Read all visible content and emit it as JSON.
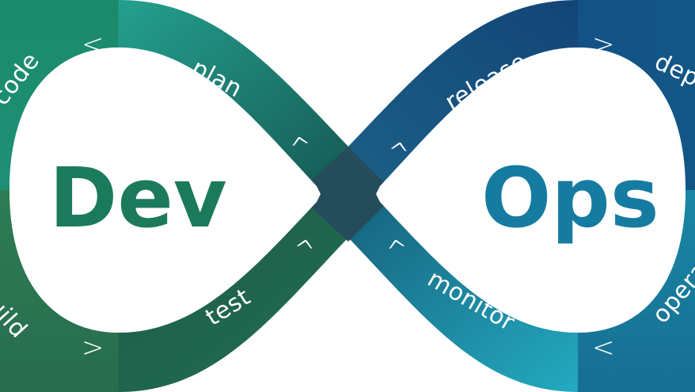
{
  "title_left": "Dev",
  "title_right": "Ops",
  "colors": {
    "dev_text": "#1c7a5c",
    "ops_text": "#167ba0",
    "code": "#1e8a6c",
    "plan": "#229a88",
    "build": "#2d7a56",
    "test": "#216a4e",
    "release": "#174f7e",
    "deploy": "#135383",
    "monitor": "#21a0b8",
    "operate": "#197c9a",
    "center": "#244c5a"
  },
  "segments": {
    "code": "code",
    "plan": "plan",
    "build": "build",
    "test": "test",
    "release": "release",
    "deploy": "deploy",
    "monitor": "monitor",
    "operate": "operate"
  },
  "chevrons": {
    "top_left": "<",
    "plan_end": "^",
    "build_end": ">",
    "test_end": "^",
    "release_start": "^",
    "top_right": ">",
    "monitor_end": "^",
    "bottom_right": "<"
  }
}
